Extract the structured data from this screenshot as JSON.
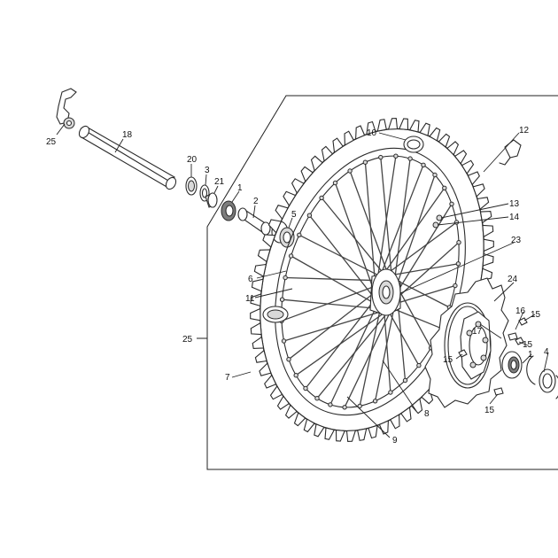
{
  "diagram": {
    "labels": {
      "c1a": "1",
      "c1b": "1",
      "c2": "2",
      "c3": "3",
      "c4": "4",
      "c5": "5",
      "c6": "6",
      "c7": "7",
      "c8": "8",
      "c9": "9",
      "c10": "10",
      "c11": "11",
      "c12": "12",
      "c13": "13",
      "c14": "14",
      "c15a": "15",
      "c15b": "15",
      "c15c": "15",
      "c15d": "15",
      "c16": "16",
      "c17": "17",
      "c18": "18",
      "c20": "20",
      "c21": "21",
      "c23": "23",
      "c24": "24",
      "c25a": "25",
      "c25b": "25"
    }
  }
}
